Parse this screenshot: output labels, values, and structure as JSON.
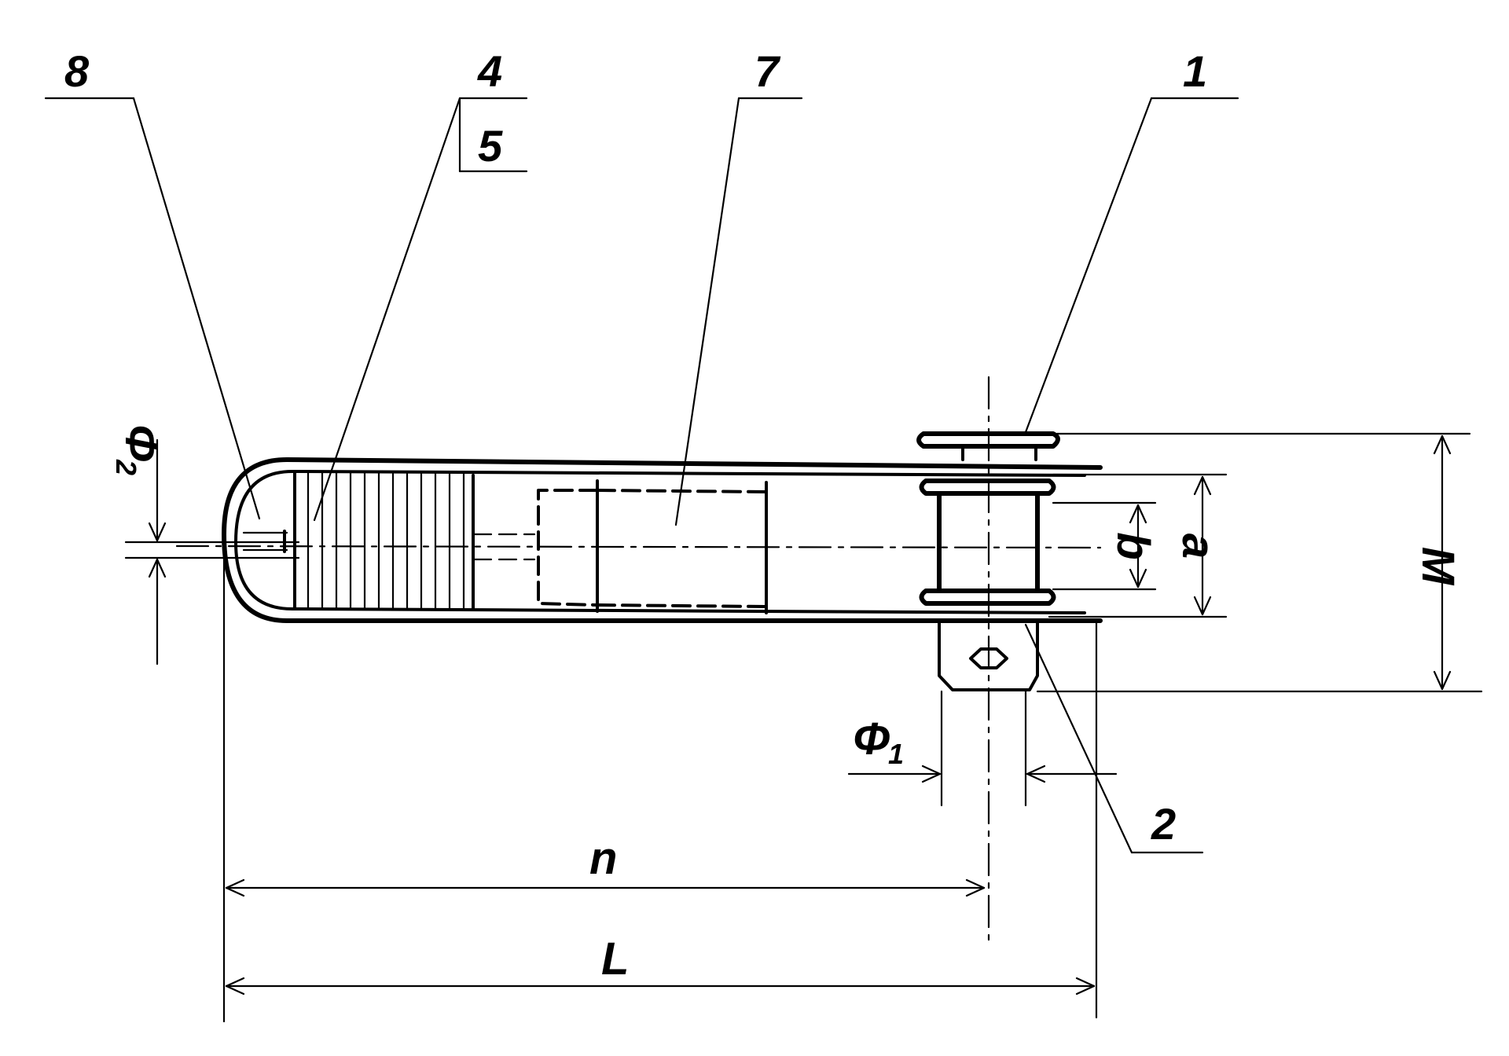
{
  "callouts": {
    "c1": "1",
    "c2": "2",
    "c4": "4",
    "c5": "5",
    "c7": "7",
    "c8": "8"
  },
  "dimensions": {
    "n": "n",
    "L": "L",
    "M": "M",
    "a": "a",
    "b": "b",
    "phi1_sym": "Φ",
    "phi1_sub": "1",
    "phi2_sym": "Φ",
    "phi2_sub": "2"
  }
}
